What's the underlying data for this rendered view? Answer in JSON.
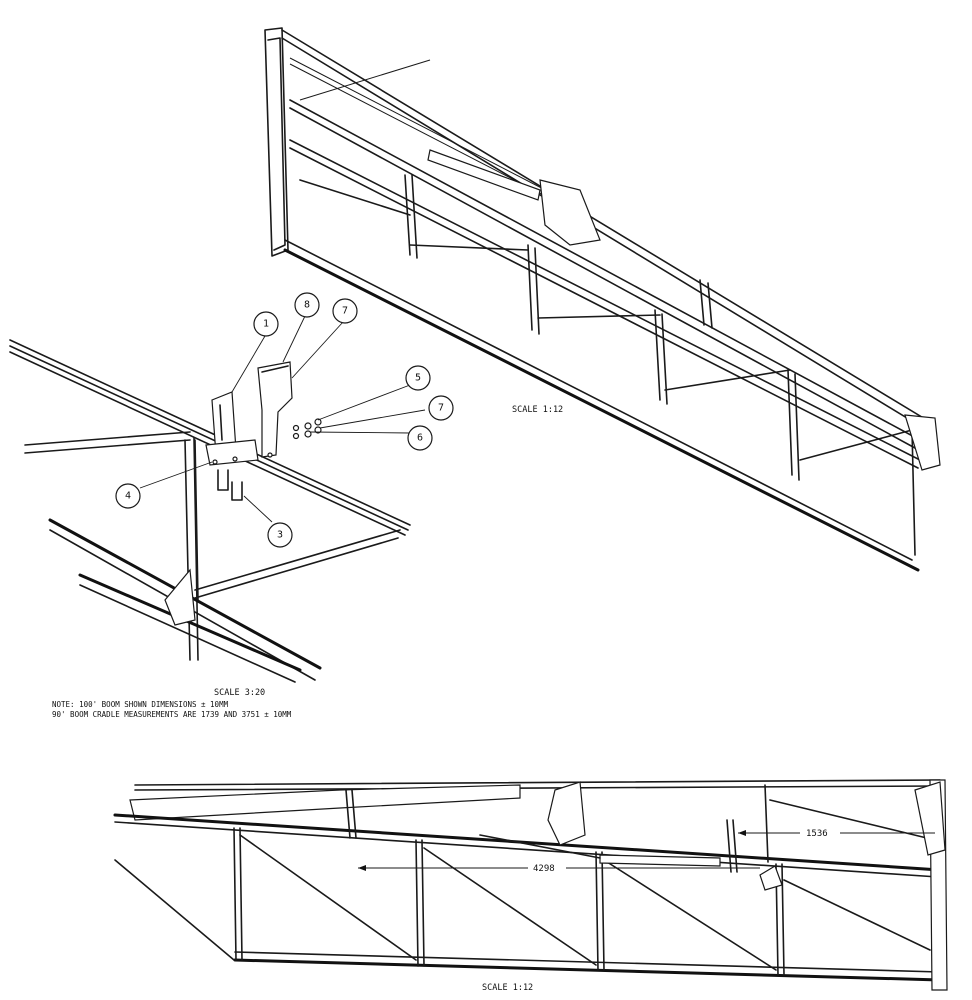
{
  "views": {
    "iso_boom": {
      "scale_label": "SCALE  1:12"
    },
    "detail_cradle": {
      "scale_label": "SCALE  3:20",
      "note_line1": "NOTE: 100' BOOM SHOWN DIMENSIONS ± 10MM",
      "note_line2": "90' BOOM CRADLE MEASUREMENTS ARE 1739 AND 3751 ± 10MM",
      "balloons": [
        {
          "id": "b1",
          "label": "1"
        },
        {
          "id": "b8",
          "label": "8"
        },
        {
          "id": "b7a",
          "label": "7"
        },
        {
          "id": "b5",
          "label": "5"
        },
        {
          "id": "b7b",
          "label": "7"
        },
        {
          "id": "b6",
          "label": "6"
        },
        {
          "id": "b4",
          "label": "4"
        },
        {
          "id": "b3",
          "label": "3"
        }
      ]
    },
    "side_view": {
      "scale_label": "SCALE  1:12",
      "dimensions": [
        {
          "id": "dim-1536",
          "value": "1536"
        },
        {
          "id": "dim-4298",
          "value": "4298"
        }
      ]
    }
  }
}
